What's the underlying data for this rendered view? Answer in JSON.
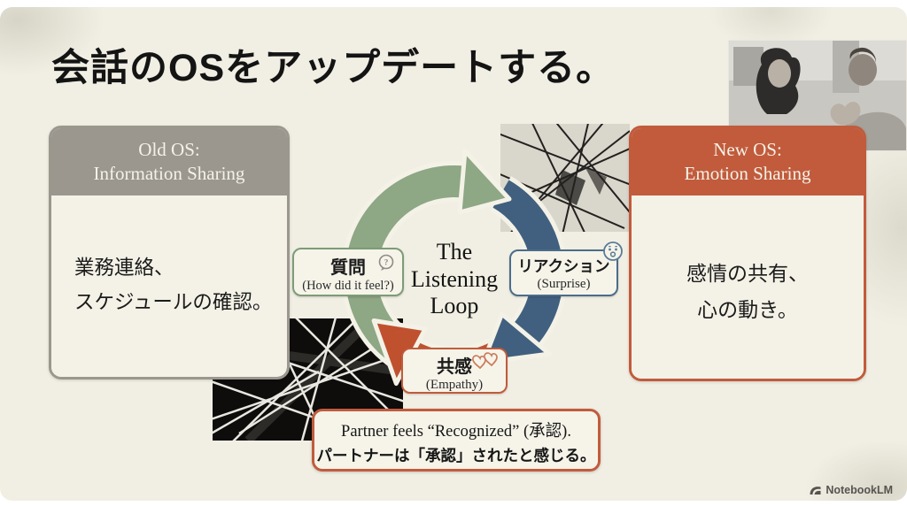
{
  "slide": {
    "title": "会話のOSをアップデートする。",
    "background_color": "#f1efe3"
  },
  "old_os_card": {
    "header_line1": "Old OS:",
    "header_line2": "Information Sharing",
    "body_line1": "業務連絡、",
    "body_line2": "スケジュールの確認。",
    "header_color": "#9b978f"
  },
  "new_os_card": {
    "header_line1": "New OS:",
    "header_line2": "Emotion Sharing",
    "body_line1": "感情の共有、",
    "body_line2": "心の動き。",
    "header_color": "#c15b3c"
  },
  "loop": {
    "center_line1": "The",
    "center_line2": "Listening",
    "center_line3": "Loop",
    "arc_colors": {
      "question": "#8ea784",
      "reaction": "#41607f",
      "empathy": "#c0512f"
    },
    "steps": [
      {
        "label": "質問",
        "sublabel": "(How did it feel?)",
        "icon": "question-bubble-icon",
        "color": "#7d9c77"
      },
      {
        "label": "リアクション",
        "sublabel": "(Surprise)",
        "icon": "surprised-face-icon",
        "color": "#4a6d8c"
      },
      {
        "label": "共感",
        "sublabel": "(Empathy)",
        "icon": "double-hearts-icon",
        "color": "#c15b3c"
      }
    ]
  },
  "banner": {
    "line1_en": "Partner feels “Recognized” (承認).",
    "line2_ja": "パートナーは「承認」されたと感じる。"
  },
  "footer": {
    "brand": "NotebookLM"
  }
}
